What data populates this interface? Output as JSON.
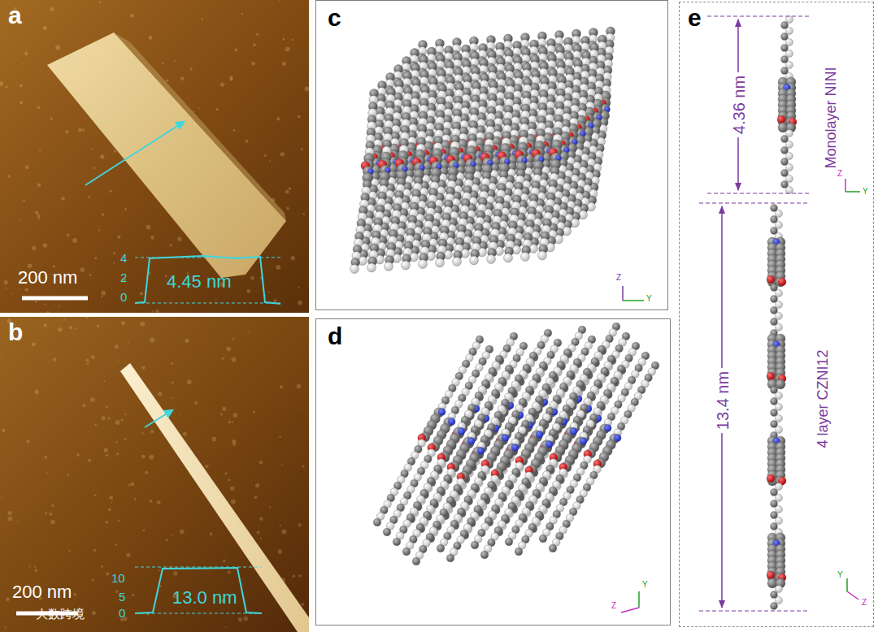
{
  "diagram": {
    "nodes": [
      {
        "text": [
          "a",
          "4",
          "2",
          "0",
          "4.45 nm",
          "200 nm"
        ]
      },
      {
        "text": [
          "b",
          "10",
          "5",
          "0",
          "13.0 nm",
          "200 nm"
        ]
      },
      {
        "text": [
          "c"
        ]
      },
      {
        "text": [
          "d"
        ]
      },
      {
        "text": [
          "e",
          "4.36 nm",
          "Monolayer NINI",
          "13.4 nm",
          "4 layer CZNI12"
        ]
      }
    ],
    "labels": [
      "Z",
      "Y",
      "Y",
      "Z",
      "Z",
      "Y",
      "Y",
      "Z",
      "大数跨境"
    ]
  }
}
